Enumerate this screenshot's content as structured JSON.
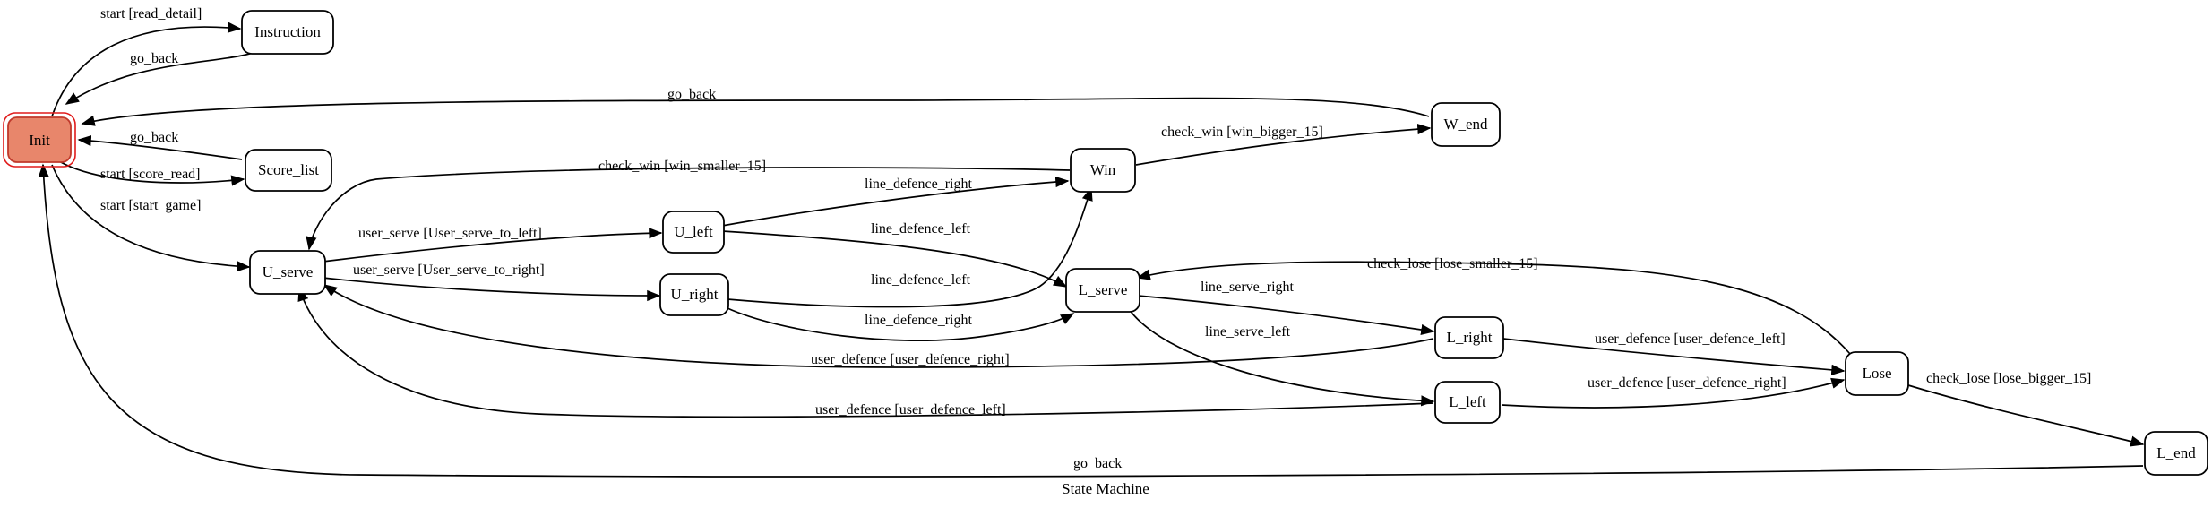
{
  "title": "State Machine",
  "nodes": {
    "init": "Init",
    "instruction": "Instruction",
    "score_list": "Score_list",
    "u_serve": "U_serve",
    "u_left": "U_left",
    "u_right": "U_right",
    "win": "Win",
    "w_end": "W_end",
    "l_serve": "L_serve",
    "l_right": "L_right",
    "l_left": "L_left",
    "lose": "Lose",
    "l_end": "L_end"
  },
  "edges": {
    "init_to_instruction": "start [read_detail]",
    "instruction_to_init": "go_back",
    "wend_to_init": "go_back",
    "scorelist_to_init": "go_back",
    "init_to_scorelist": "start [score_read]",
    "init_to_userve": "start [start_game]",
    "win_to_userve": "check_win [win_smaller_15]",
    "win_to_wend": "check_win [win_bigger_15]",
    "uleft_to_win": "line_defence_right",
    "userve_to_uleft": "user_serve [User_serve_to_left]",
    "uleft_to_lserve": "line_defence_left",
    "userve_to_uright": "user_serve [User_serve_to_right]",
    "uright_to_win": "line_defence_left",
    "uright_to_lserve": "line_defence_right",
    "lose_to_lserve": "check_lose [lose_smaller_15]",
    "lserve_to_lright": "line_serve_right",
    "lserve_to_lleft": "line_serve_left",
    "lright_to_userve": "user_defence [user_defence_right]",
    "lright_to_lose": "user_defence [user_defence_left]",
    "lleft_to_userve": "user_defence [user_defence_left]",
    "lleft_to_lose": "user_defence [user_defence_right]",
    "lose_to_lend": "check_lose [lose_bigger_15]",
    "lend_to_init": "go_back"
  }
}
